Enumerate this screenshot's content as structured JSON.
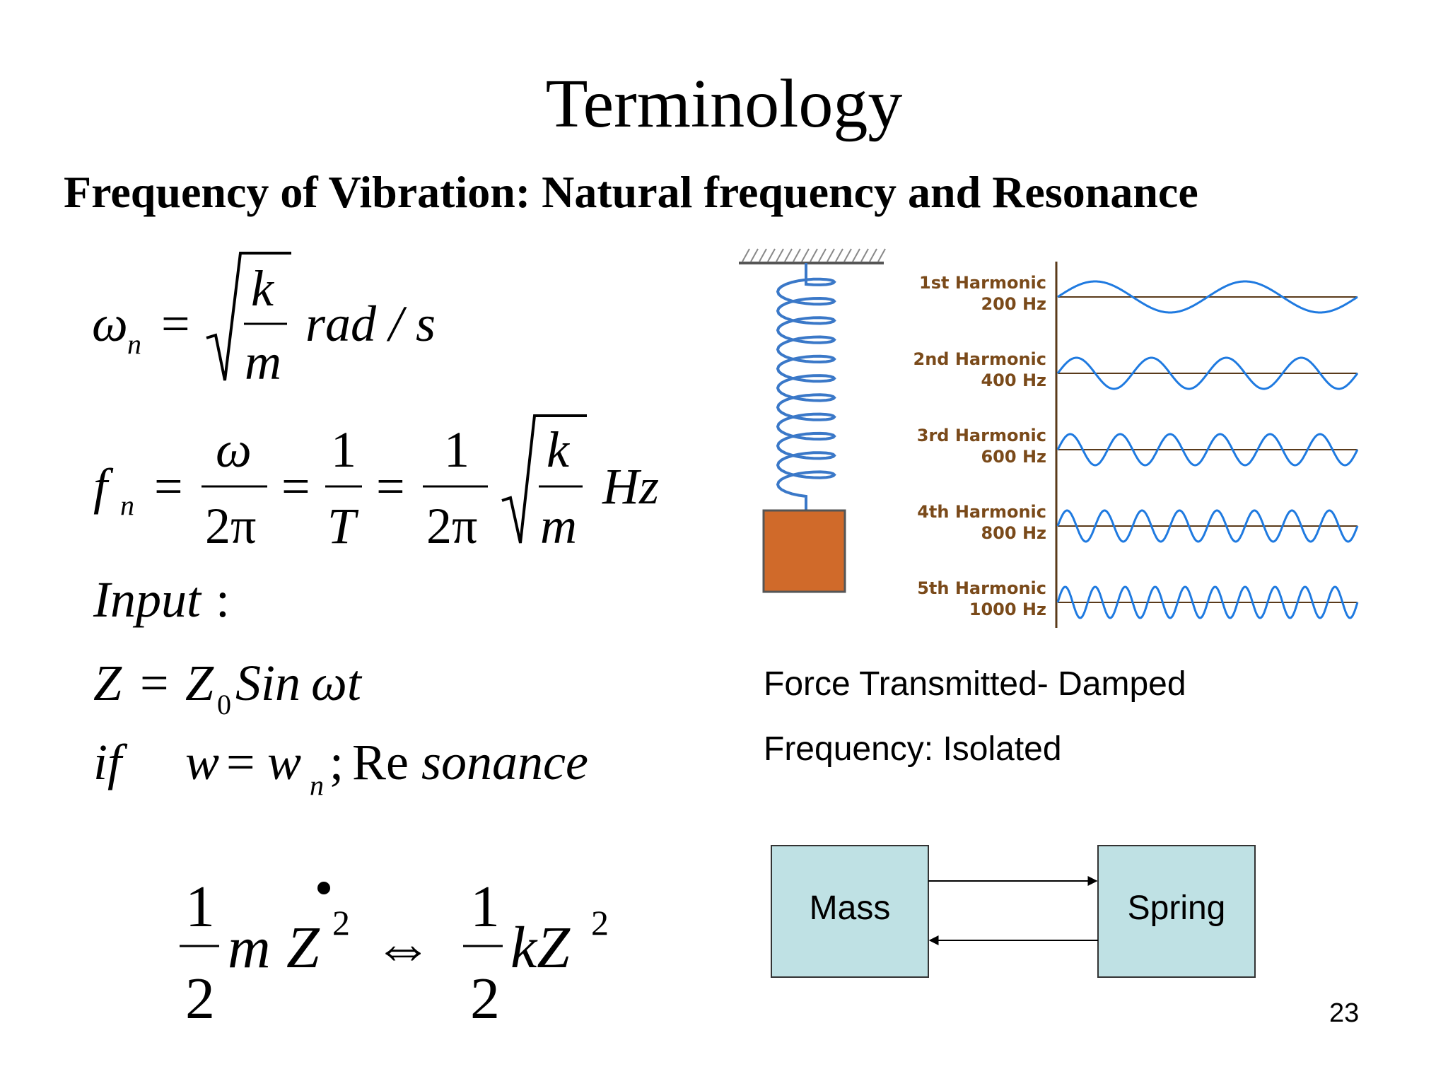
{
  "slide": {
    "title": "Terminology",
    "subtitle": "Frequency of Vibration: Natural frequency and  Resonance",
    "page_number": "23"
  },
  "equations": {
    "natural_frequency": {
      "lhs": "ω",
      "lhs_sub": "n",
      "equals": "=",
      "numerator": "k",
      "denominator": "m",
      "unit": "rad / s"
    },
    "frequency": {
      "lhs": "f",
      "lhs_sub": "n",
      "equals": "=",
      "frac1_num": "ω",
      "frac1_den": "2π",
      "frac2_num": "1",
      "frac2_den": "T",
      "frac3_num": "1",
      "frac3_den": "2π",
      "root_num": "k",
      "root_den": "m",
      "unit": "Hz"
    },
    "input_label": "Input",
    "input_colon": ":",
    "input_equation": {
      "z": "Z",
      "equals": "=",
      "z0": "Z",
      "z0_sub": "0",
      "sin": "Sin",
      "omega_t": "ωt"
    },
    "resonance_condition": {
      "if": "if",
      "w": "w",
      "equals": "=",
      "wn": "w",
      "wn_sub": "n",
      "semicolon": ";",
      "re": "Re",
      "sonance": "sonance"
    },
    "energy": {
      "half_num": "1",
      "half_den": "2",
      "m": "m",
      "z": "Z",
      "power": "2",
      "iff": "⇔",
      "half2_num": "1",
      "half2_den": "2",
      "kz": "kZ",
      "power2": "2"
    }
  },
  "harmonics": [
    {
      "name": "1st Harmonic",
      "freq": "200 Hz",
      "cycles": 2
    },
    {
      "name": "2nd Harmonic",
      "freq": "400 Hz",
      "cycles": 4
    },
    {
      "name": "3rd Harmonic",
      "freq": "600 Hz",
      "cycles": 6
    },
    {
      "name": "4th Harmonic",
      "freq": "800 Hz",
      "cycles": 8
    },
    {
      "name": "5th Harmonic",
      "freq": "1000 Hz",
      "cycles": 10
    }
  ],
  "caption": {
    "line1": "Force Transmitted- Damped",
    "line2": "Frequency: Isolated"
  },
  "flow": {
    "mass_label": "Mass",
    "spring_label": "Spring"
  },
  "colors": {
    "wave": "#1f7ae0",
    "axis": "#5a3a1a",
    "harmonic_label": "#7a4a1a",
    "spring": "#3a78c8",
    "mass_block": "#d06a2a",
    "flow_box": "#bfe1e4"
  }
}
